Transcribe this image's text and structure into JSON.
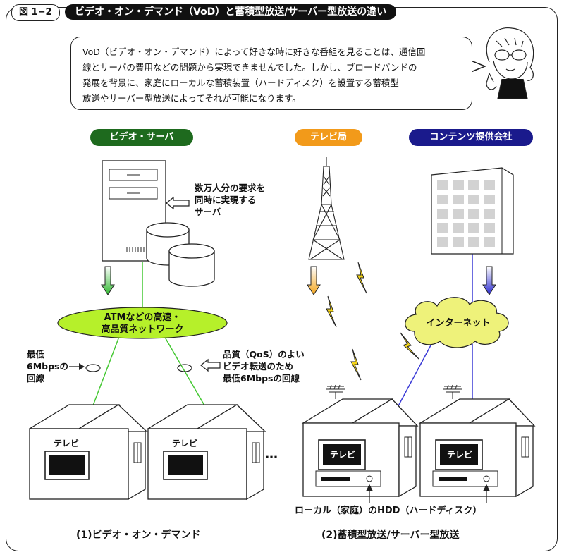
{
  "figure": {
    "number": "図 1−2",
    "title": "ビデオ・オン・デマンド（VoD）と蓄積型放送/サーバー型放送の違い"
  },
  "intro": {
    "lines": [
      "VoD（ビデオ・オン・デマンド）によって好きな時に好きな番組を見ることは、通信回",
      "線とサーバの費用などの問題から実現できませんでした。しかし、ブロードバンドの",
      "発展を背景に、家庭にローカルな蓄積装置（ハードディスク）を設置する蓄積型",
      "放送やサーバー型放送によってそれが可能になります。"
    ]
  },
  "labels": {
    "video_server": "ビデオ・サーバ",
    "tv_station": "テレビ局",
    "content_provider": "コンテンツ提供会社",
    "server_note": [
      "数万人分の要求を",
      "同時に実現する",
      "サーバ"
    ],
    "atm_network": [
      "ATMなどの高速・",
      "高品質ネットワーク"
    ],
    "min_line": [
      "最低",
      "6Mbpsの",
      "回線"
    ],
    "qos_note": [
      "品質（QoS）のよい",
      "ビデオ転送のため",
      "最低6Mbpsの回線"
    ],
    "internet": "インターネット",
    "tv": "テレビ",
    "ellipsis": "…",
    "hdd_note": "ローカル（家庭）のHDD（ハードディスク）",
    "caption_vod": "(1)ビデオ・オン・デマンド",
    "caption_storage": "(2)蓄積型放送/サーバー型放送"
  },
  "colors": {
    "video_server_pill": "#1e6a1e",
    "tv_station_pill": "#f29a1a",
    "content_provider_pill": "#1a1a8c",
    "network_ellipse": "#b6f02a",
    "internet_cloud": "#eef27a",
    "lightning": "#f5d61a",
    "green_line": "#44c832",
    "blue_line": "#3a3ad6"
  }
}
